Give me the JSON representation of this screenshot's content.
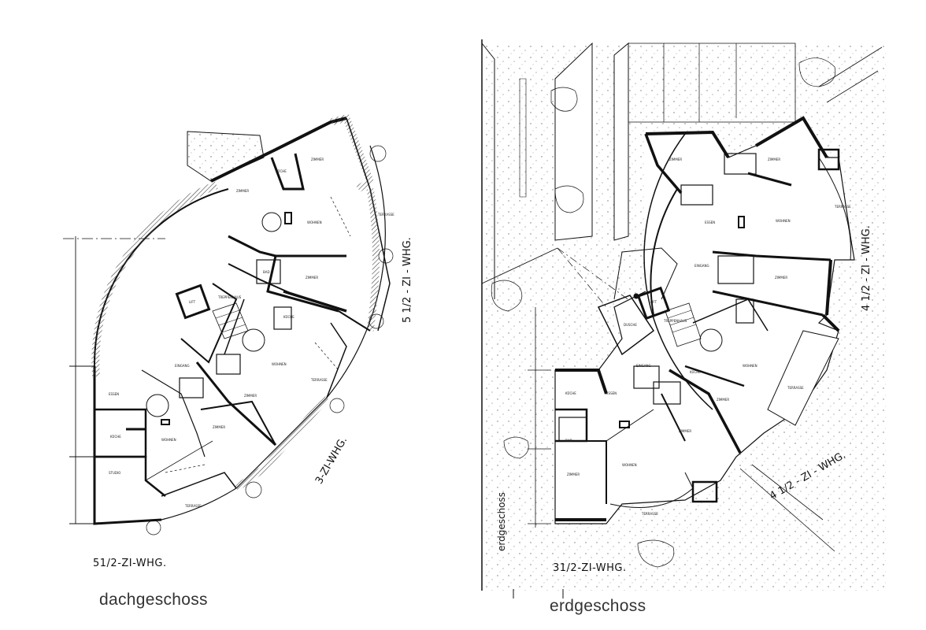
{
  "captions": {
    "left": "dachgeschoss",
    "right": "erdgeschoss"
  },
  "labels": {
    "dg_3zi": "3-ZI-WHG.",
    "dg_5half_right": "5 1/2 - ZI - WHG.",
    "dg_5half_bottom": "51/2-ZI-WHG.",
    "eg_4half_right": "4 1/2 - ZI - WHG.",
    "eg_4half_bottom": "4 1/2 - ZI - WHG.",
    "eg_3half_bottom": "31/2-ZI-WHG.",
    "eg_side": "erdgeschoss"
  },
  "rooms": {
    "kueche": "KÜCHE",
    "zimmer": "ZIMMER",
    "wohnen": "WOHNEN",
    "bad": "BAD",
    "terrasse": "TERRASSE",
    "essen": "ESSEN",
    "studio": "STUDIO",
    "lift": "LIFT",
    "eingang": "EINGANG",
    "treppenhaus": "TREPPENHAUS",
    "dusche": "DUSCHE"
  }
}
